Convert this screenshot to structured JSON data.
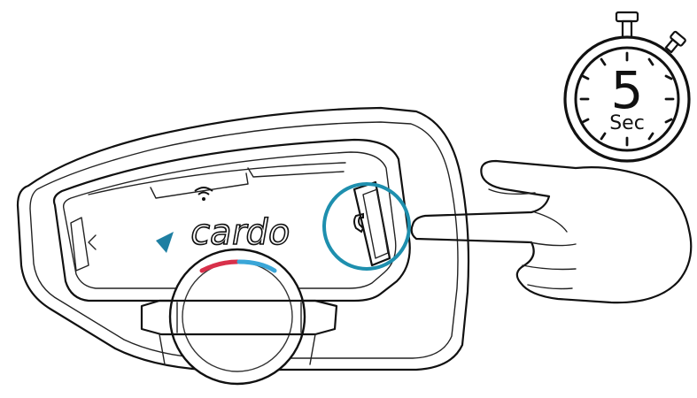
{
  "timer": {
    "value": "5",
    "unit": "Sec"
  },
  "device": {
    "brand": "cardo",
    "highlight_color": "#1e8fae",
    "led_red": "#d8304a",
    "led_blue": "#3aa6d8",
    "logo_color": "#1f7fa2"
  },
  "icons": {
    "phone_button": "phone-icon",
    "wifi": "wifi-icon",
    "back": "chevron-left-icon",
    "hand": "pointing-hand-icon",
    "stopwatch": "stopwatch-icon"
  }
}
